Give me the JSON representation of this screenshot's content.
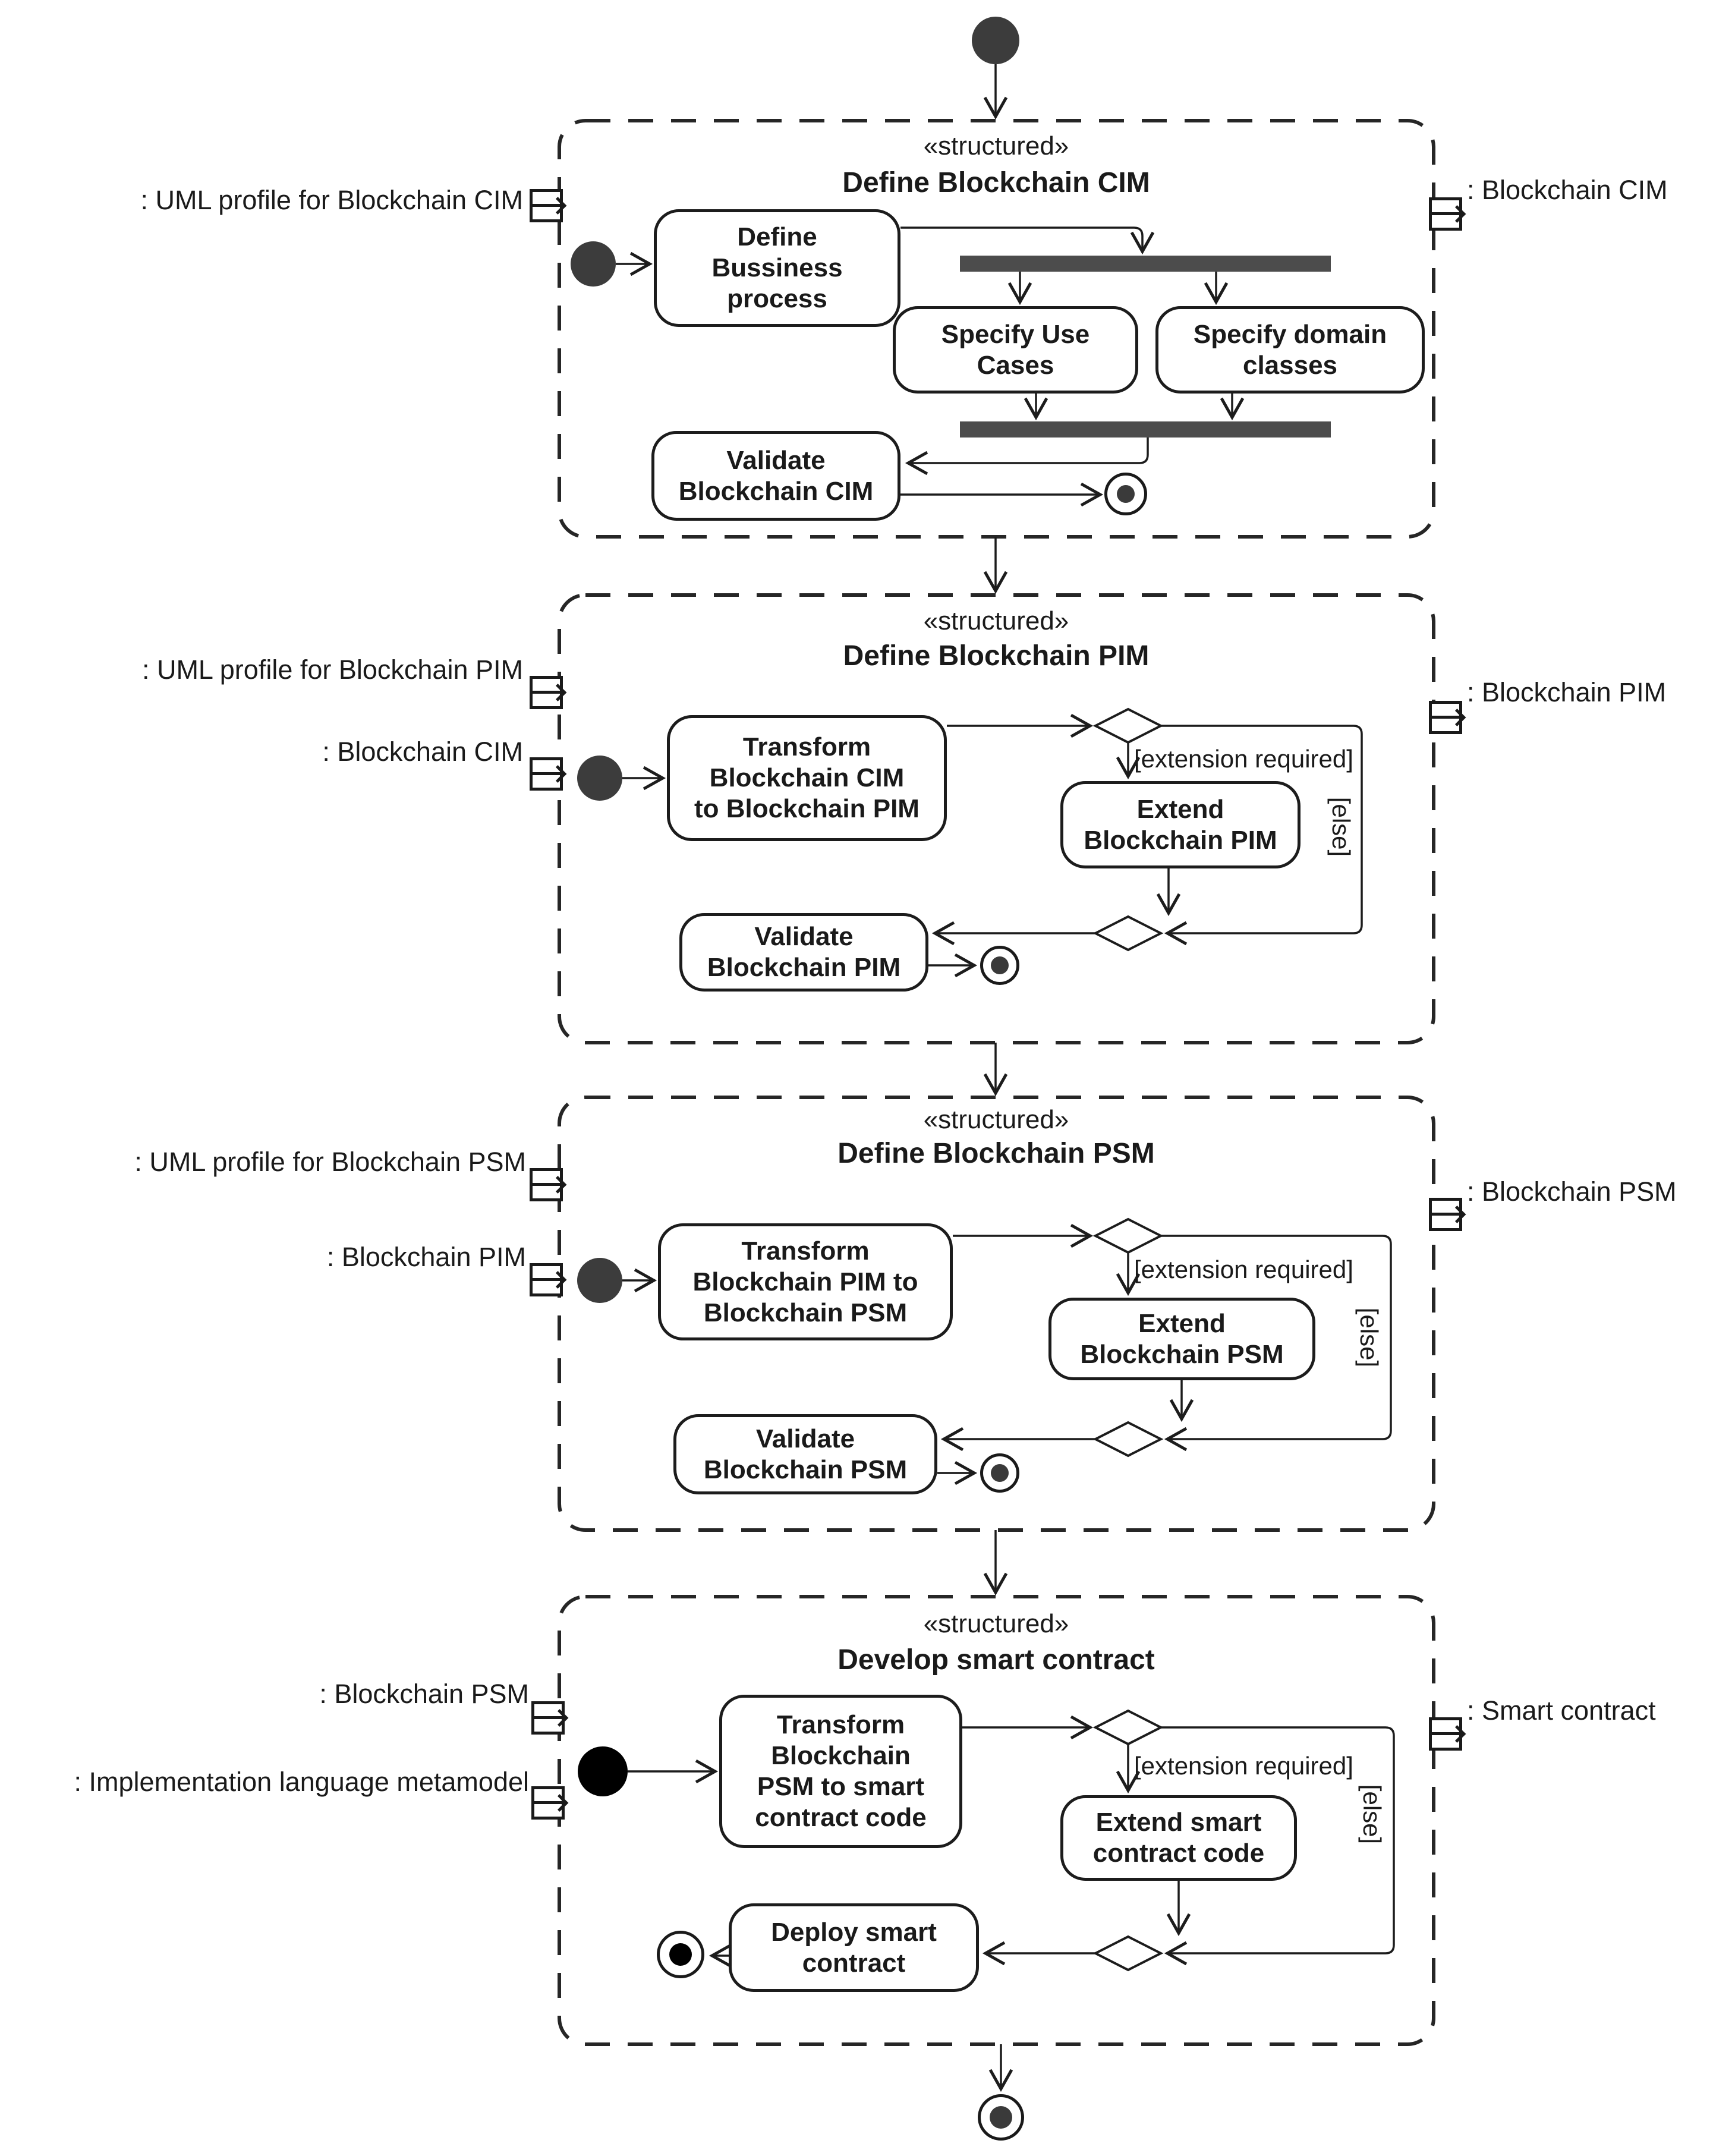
{
  "blocks": [
    {
      "stereotype": "«structured»",
      "title": "Define Blockchain CIM",
      "inputs": [
        {
          "label": ": UML profile for Blockchain CIM"
        }
      ],
      "outputs": [
        {
          "label": ": Blockchain CIM"
        }
      ],
      "activities": {
        "define_business_process": "Define\nBussiness\nprocess",
        "specify_use_cases": "Specify Use\nCases",
        "specify_domain_classes": "Specify domain\nclasses",
        "validate": "Validate\nBlockchain CIM"
      }
    },
    {
      "stereotype": "«structured»",
      "title": "Define Blockchain PIM",
      "inputs": [
        {
          "label": ": UML profile for Blockchain PIM"
        },
        {
          "label": ": Blockchain CIM"
        }
      ],
      "outputs": [
        {
          "label": ": Blockchain PIM"
        }
      ],
      "activities": {
        "transform": "Transform\nBlockchain CIM\nto Blockchain PIM",
        "extend": "Extend\nBlockchain PIM",
        "validate": "Validate\nBlockchain PIM"
      },
      "guards": {
        "extension_required": "[extension required]",
        "else_branch": "[else]"
      }
    },
    {
      "stereotype": "«structured»",
      "title": "Define Blockchain PSM",
      "inputs": [
        {
          "label": ": UML profile for Blockchain PSM"
        },
        {
          "label": ": Blockchain PIM"
        }
      ],
      "outputs": [
        {
          "label": ": Blockchain PSM"
        }
      ],
      "activities": {
        "transform": "Transform\nBlockchain PIM to\nBlockchain PSM",
        "extend": "Extend\nBlockchain PSM",
        "validate": "Validate\nBlockchain PSM"
      },
      "guards": {
        "extension_required": "[extension required]",
        "else_branch": "[else]"
      }
    },
    {
      "stereotype": "«structured»",
      "title": "Develop smart contract",
      "inputs": [
        {
          "label": ": Blockchain PSM"
        },
        {
          "label": ": Implementation language metamodel"
        }
      ],
      "outputs": [
        {
          "label": ": Smart contract"
        }
      ],
      "activities": {
        "transform": "Transform\nBlockchain\nPSM to smart\ncontract code",
        "extend": "Extend smart\ncontract code",
        "deploy": "Deploy smart\ncontract"
      },
      "guards": {
        "extension_required": "[extension required]",
        "else_branch": "[else]"
      }
    }
  ]
}
